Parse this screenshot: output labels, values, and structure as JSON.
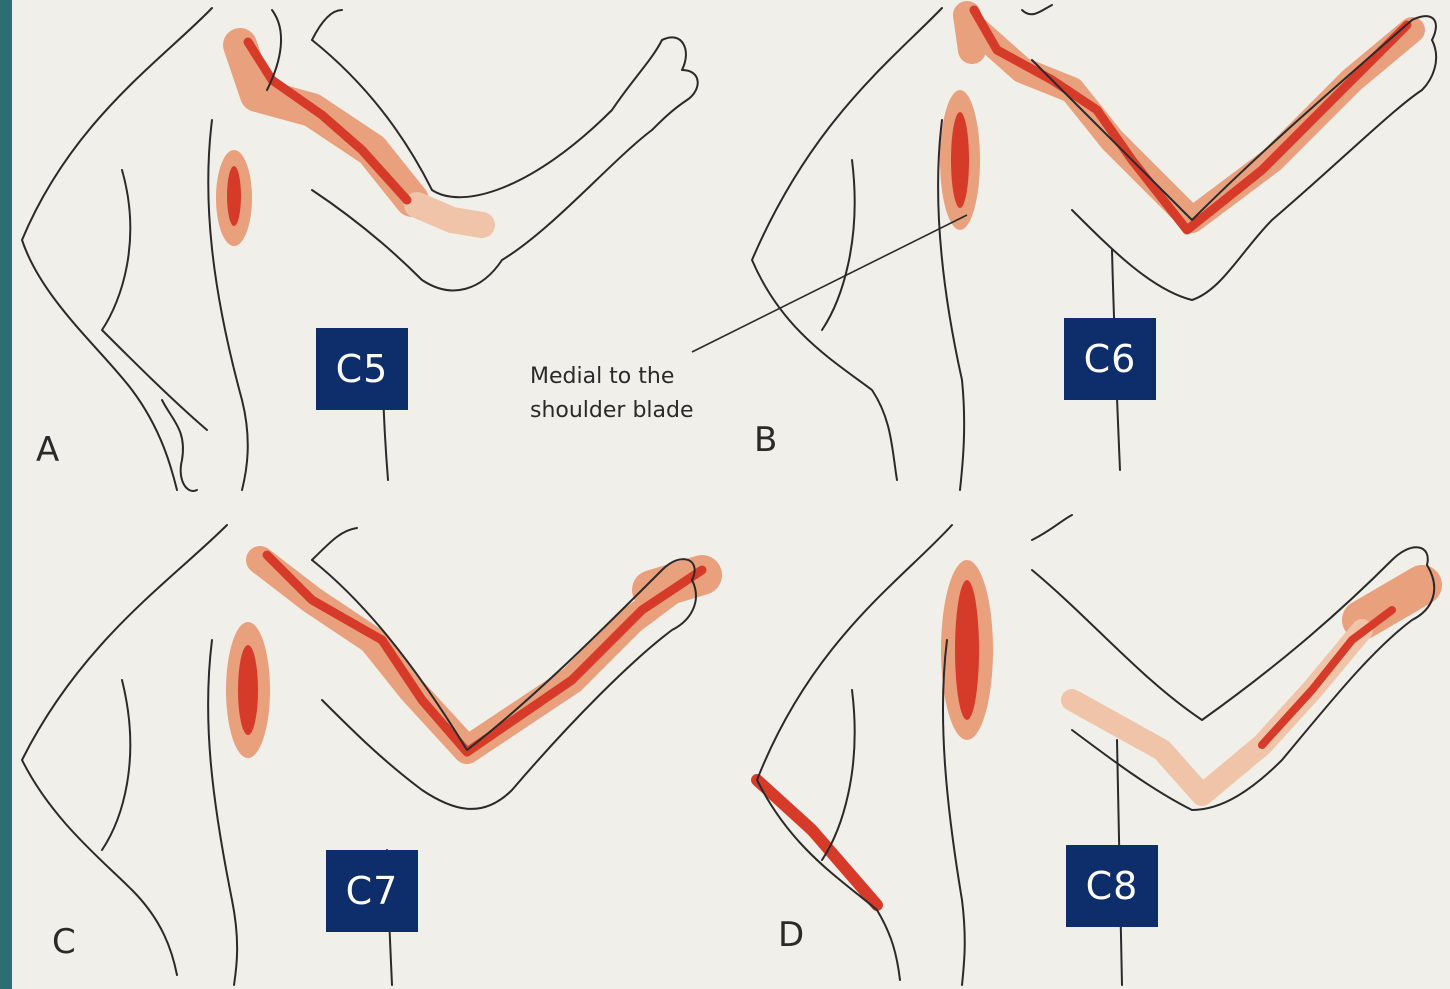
{
  "colors": {
    "background": "#2b6f73",
    "paper": "#f1efe9",
    "box": "#0e2d6b",
    "pain_dark": "#d63b2a",
    "pain_light": "#e9a07d",
    "pain_pale": "#f0c4a9"
  },
  "panels": [
    {
      "letter": "A",
      "level": "C5"
    },
    {
      "letter": "B",
      "level": "C6"
    },
    {
      "letter": "C",
      "level": "C7"
    },
    {
      "letter": "D",
      "level": "C8"
    }
  ],
  "annotation": {
    "line1": "Medial to the",
    "line2": "shoulder blade"
  }
}
